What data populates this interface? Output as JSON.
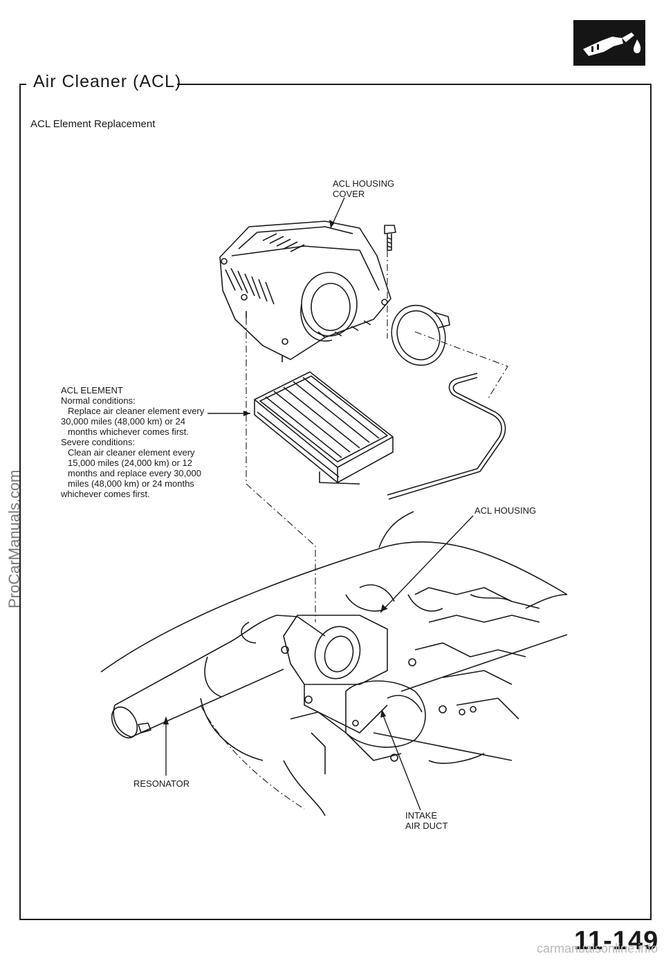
{
  "header": {
    "section_title": "Air Cleaner (ACL)",
    "subtitle": "ACL Element Replacement",
    "badge_icon": "fuel-nozzle-icon"
  },
  "callouts": {
    "housing_cover": "ACL HOUSING\nCOVER",
    "housing": "ACL  HOUSING",
    "resonator": "RESONATOR",
    "intake_duct": "INTAKE\nAIR DUCT"
  },
  "element_note": {
    "title": "ACL ELEMENT",
    "normal_heading": "Normal  conditions:",
    "normal_text_1": "Replace air cleaner element every",
    "normal_text_2": "30,000 miles (48,000 km) or 24",
    "normal_text_3": "months  whichever  comes  first.",
    "severe_heading": "Severe conditions:",
    "severe_text_1": "Clean air cleaner element every",
    "severe_text_2": "15,000 miles (24,000 km) or 12",
    "severe_text_3": "months and replace every 30,000",
    "severe_text_4": "miles (48,000 km) or 24 months",
    "severe_text_5": "whichever  comes  first."
  },
  "footer": {
    "page_number": "11-149",
    "watermark_side": "ProCarManuals.com",
    "watermark_corner": "carmanualsonline.info"
  },
  "colors": {
    "ink": "#1a1a1a",
    "badge": "#151515",
    "watermark": "#7a7a7a"
  }
}
